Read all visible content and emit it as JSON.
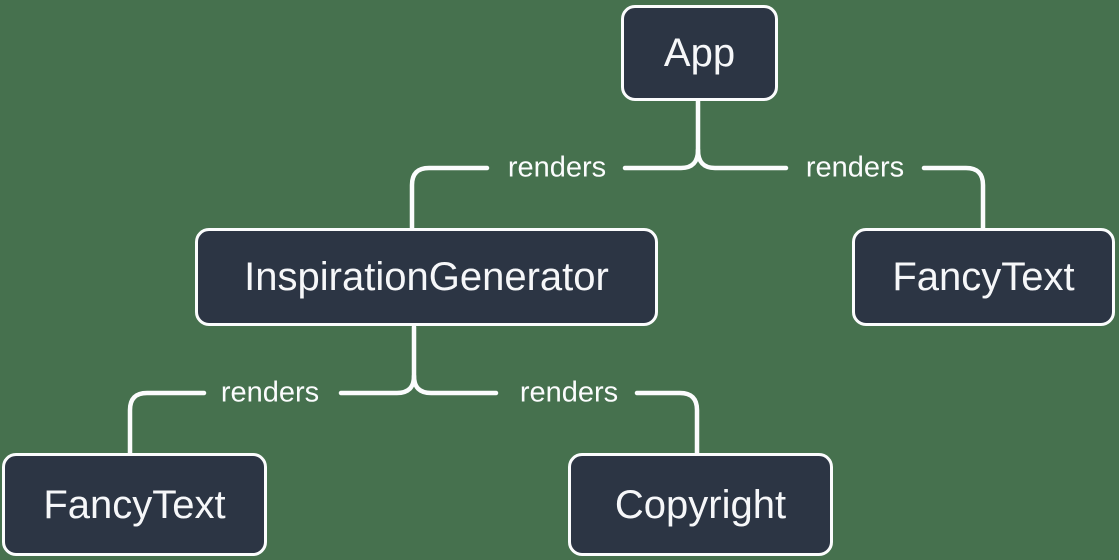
{
  "diagram": {
    "type": "component-render-tree"
  },
  "theme": {
    "background_color": "#46714E",
    "node_fill_color": "#2C3544",
    "node_border_color": "#FBFCFD",
    "line_color": "#FBFCFD",
    "text_color": "#F6F7F9"
  },
  "nodes": {
    "app": {
      "label": "App"
    },
    "inspiration_generator": {
      "label": "InspirationGenerator"
    },
    "fancy_text_right": {
      "label": "FancyText"
    },
    "fancy_text_left": {
      "label": "FancyText"
    },
    "copyright": {
      "label": "Copyright"
    }
  },
  "edges": [
    {
      "from": "App",
      "to": "InspirationGenerator",
      "label": "renders"
    },
    {
      "from": "App",
      "to": "FancyText",
      "label": "renders"
    },
    {
      "from": "InspirationGenerator",
      "to": "FancyText",
      "label": "renders"
    },
    {
      "from": "InspirationGenerator",
      "to": "Copyright",
      "label": "renders"
    }
  ]
}
